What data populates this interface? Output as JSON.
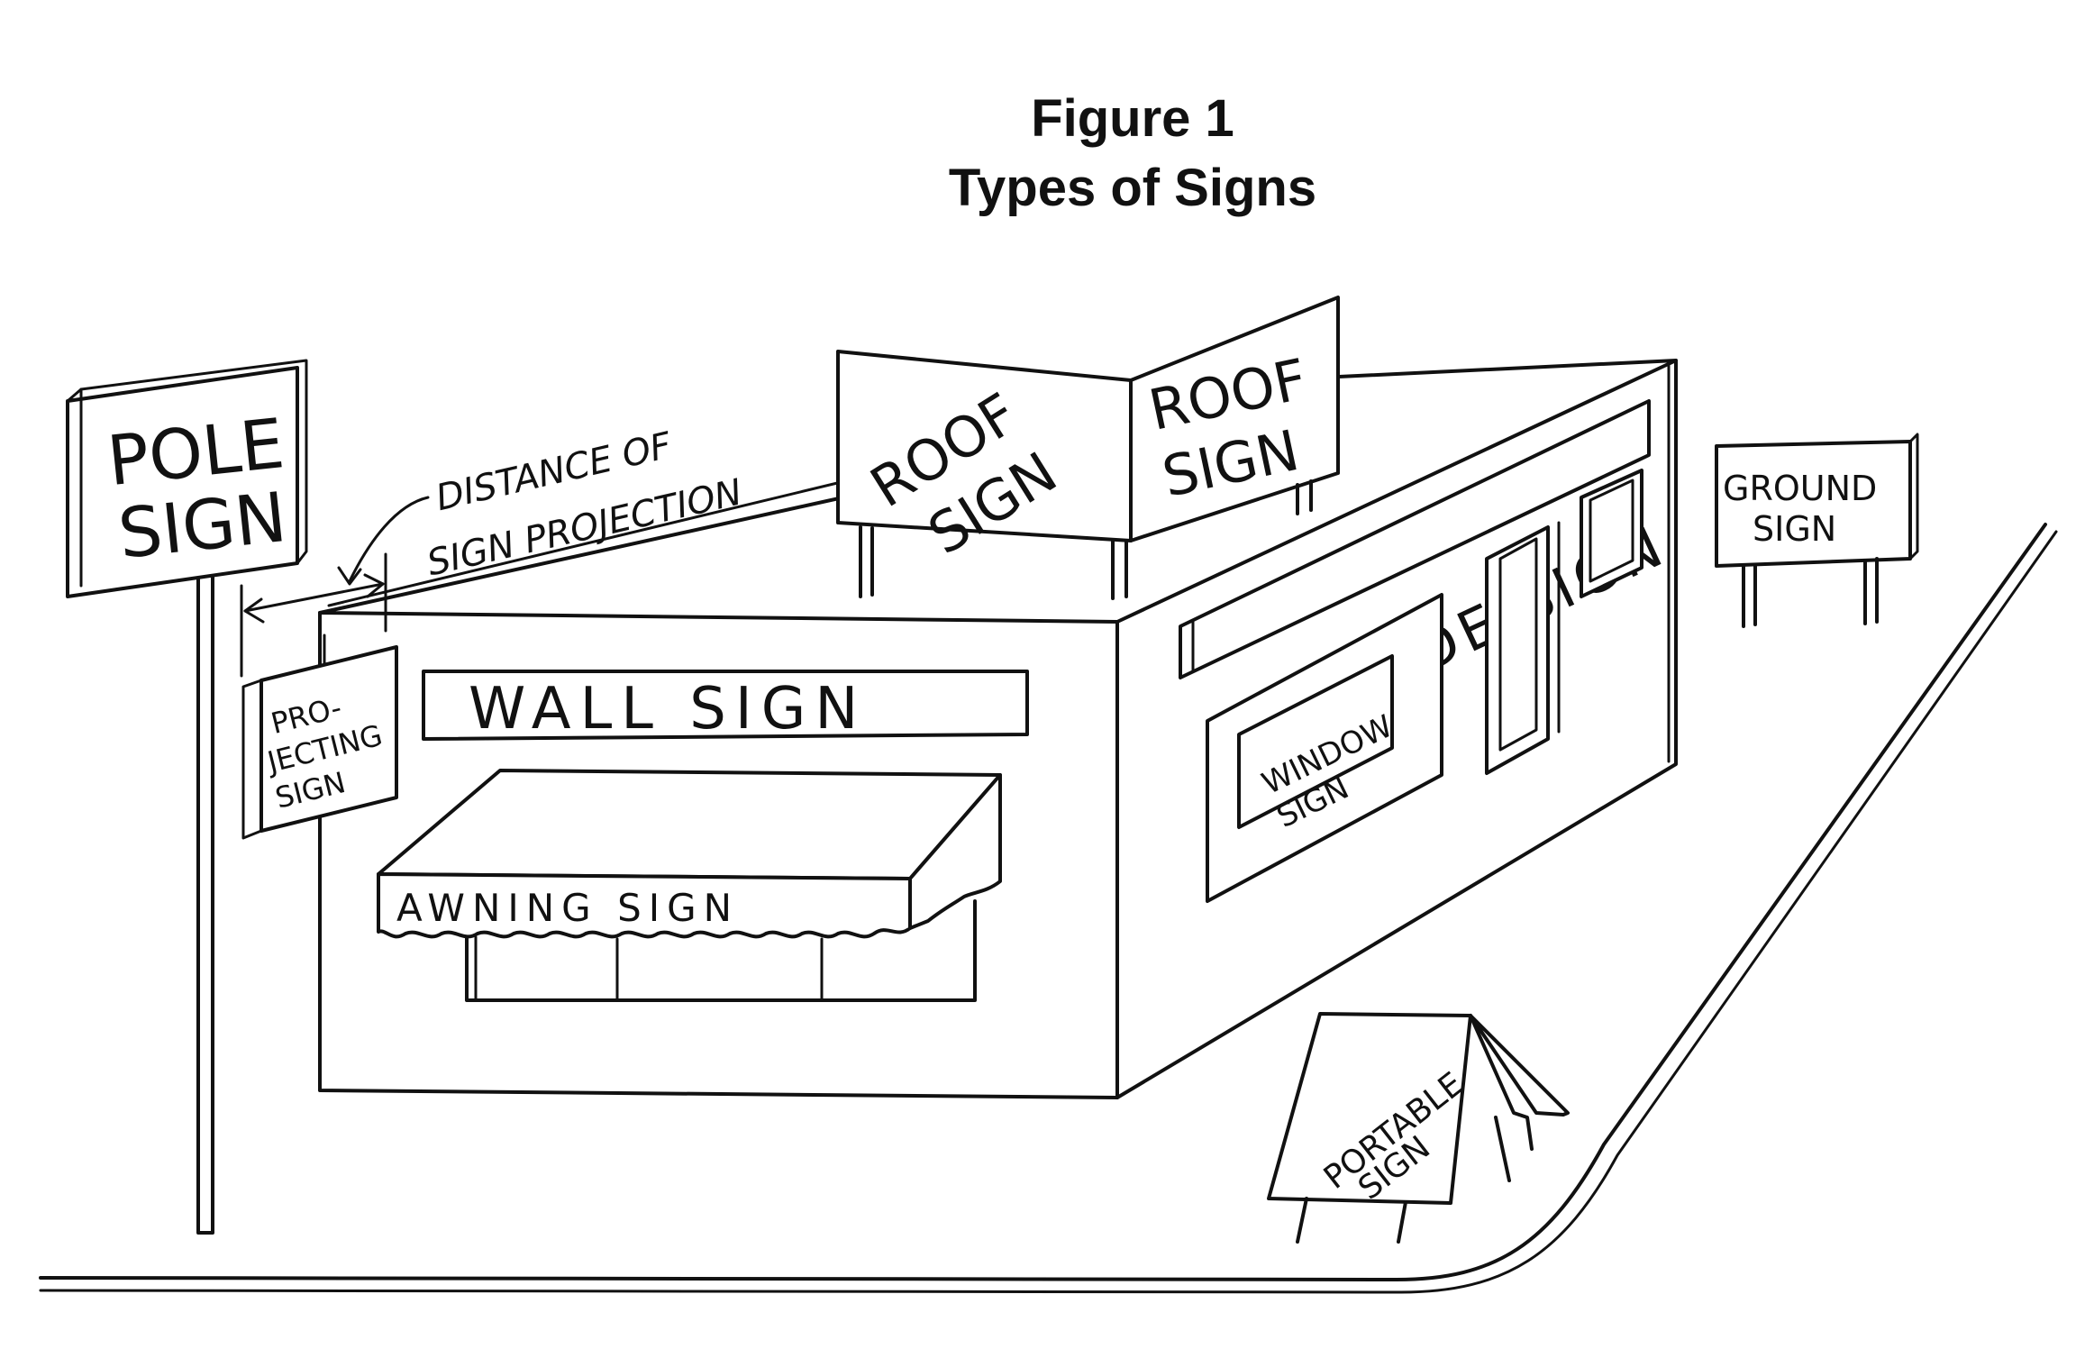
{
  "title": {
    "line1": "Figure 1",
    "line2": "Types of Signs"
  },
  "labels": {
    "pole_sign": [
      "POLE",
      "SIGN"
    ],
    "distance_of_sign_projection": [
      "DISTANCE OF",
      "SIGN PROJECTION"
    ],
    "projecting_sign": [
      "PRO-",
      "JECTING",
      "SIGN"
    ],
    "wall_sign": "WALL SIGN",
    "awning_sign": "AWNING SIGN",
    "roof_sign_left": [
      "ROOF",
      "SIGN"
    ],
    "roof_sign_right": [
      "ROOF",
      "SIGN"
    ],
    "facade_sign": "FACADE SIGN",
    "window_sign": [
      "WINDOW",
      "SIGN"
    ],
    "ground_sign": [
      "GROUND",
      "SIGN"
    ],
    "portable_sign": [
      "PORTABLE",
      "SIGN"
    ]
  }
}
